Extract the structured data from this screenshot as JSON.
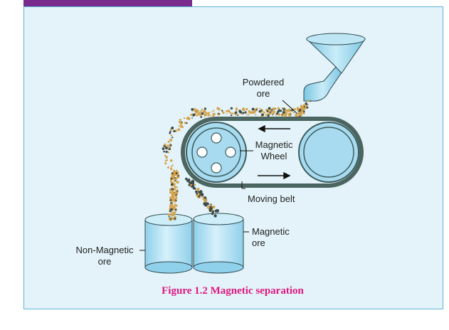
{
  "labels": {
    "powdered_ore_line1": "Powdered",
    "powdered_ore_line2": "ore",
    "magnetic_wheel_line1": "Magnetic",
    "magnetic_wheel_line2": "Wheel",
    "moving_belt": "Moving belt",
    "magnetic_ore_line1": "Magnetic",
    "magnetic_ore_line2": "ore",
    "non_magnetic_ore_line1": "Non-Magnetic",
    "non_magnetic_ore_line2": "ore"
  },
  "caption": "Figure 1.2 Magnetic separation",
  "colors": {
    "panel_background": "#e3f3f9",
    "panel_border": "#5fb4d6",
    "header_bar": "#7a2a8c",
    "equipment_fill": "#a8dbef",
    "belt": "#4b6560",
    "magnetic_particles": "#3c4a48",
    "non_magnetic_particles": "#d4a24a",
    "caption": "#e0177f"
  }
}
